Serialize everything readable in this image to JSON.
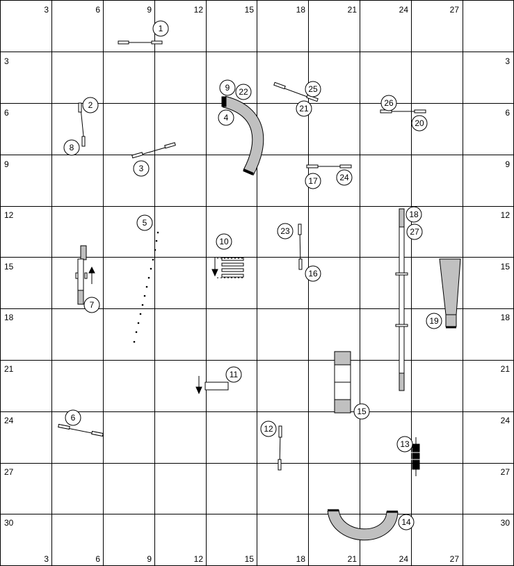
{
  "grid": {
    "top_labels": [
      "3",
      "6",
      "9",
      "12",
      "15",
      "18",
      "21",
      "24",
      "27"
    ],
    "bottom_labels": [
      "3",
      "6",
      "9",
      "12",
      "15",
      "18",
      "21",
      "24",
      "27"
    ],
    "left_labels": [
      "3",
      "6",
      "9",
      "12",
      "15",
      "18",
      "21",
      "24",
      "27",
      "30"
    ],
    "right_labels": [
      "3",
      "6",
      "9",
      "12",
      "15",
      "18",
      "21",
      "24",
      "27",
      "30"
    ]
  },
  "obstacles": [
    {
      "id": "n1",
      "label": "1"
    },
    {
      "id": "n2",
      "label": "2"
    },
    {
      "id": "n3",
      "label": "3"
    },
    {
      "id": "n4",
      "label": "4"
    },
    {
      "id": "n5",
      "label": "5"
    },
    {
      "id": "n6",
      "label": "6"
    },
    {
      "id": "n7",
      "label": "7"
    },
    {
      "id": "n8",
      "label": "8"
    },
    {
      "id": "n9",
      "label": "9"
    },
    {
      "id": "n10",
      "label": "10"
    },
    {
      "id": "n11",
      "label": "11"
    },
    {
      "id": "n12",
      "label": "12"
    },
    {
      "id": "n13",
      "label": "13"
    },
    {
      "id": "n14",
      "label": "14"
    },
    {
      "id": "n15",
      "label": "15"
    },
    {
      "id": "n16",
      "label": "16"
    },
    {
      "id": "n17",
      "label": "17"
    },
    {
      "id": "n18",
      "label": "18"
    },
    {
      "id": "n19",
      "label": "19"
    },
    {
      "id": "n20",
      "label": "20"
    },
    {
      "id": "n21",
      "label": "21"
    },
    {
      "id": "n22",
      "label": "22"
    },
    {
      "id": "n23",
      "label": "23"
    },
    {
      "id": "n24",
      "label": "24"
    },
    {
      "id": "n25",
      "label": "25"
    },
    {
      "id": "n26",
      "label": "26"
    },
    {
      "id": "n27",
      "label": "27"
    }
  ]
}
